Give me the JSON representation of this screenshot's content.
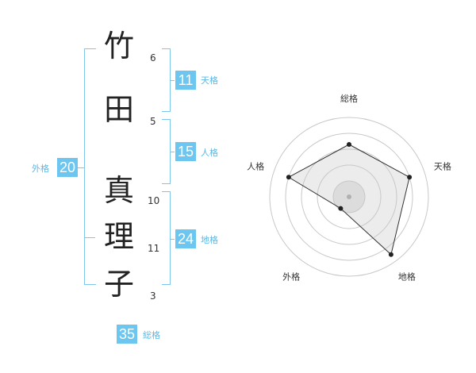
{
  "name": {
    "chars": [
      {
        "char": "竹",
        "strokes": "6"
      },
      {
        "char": "田",
        "strokes": "5"
      },
      {
        "char": "真",
        "strokes": "10"
      },
      {
        "char": "理",
        "strokes": "11"
      },
      {
        "char": "子",
        "strokes": "3"
      }
    ]
  },
  "fortune": {
    "tenkaku": {
      "value": "11",
      "label": "天格"
    },
    "jinkaku": {
      "value": "15",
      "label": "人格"
    },
    "chikaku": {
      "value": "24",
      "label": "地格"
    },
    "gaikaku": {
      "value": "20",
      "label": "外格"
    },
    "soukaku": {
      "value": "35",
      "label": "総格"
    }
  },
  "colors": {
    "accent": "#6cc6f0",
    "bracket": "#7fc6ec"
  },
  "chart_data": {
    "type": "radar",
    "axes": [
      "総格",
      "天格",
      "地格",
      "外格",
      "人格"
    ],
    "values": [
      3.3,
      4,
      4.5,
      0.9,
      4
    ],
    "max": 5,
    "rings": 5,
    "grid": true
  }
}
